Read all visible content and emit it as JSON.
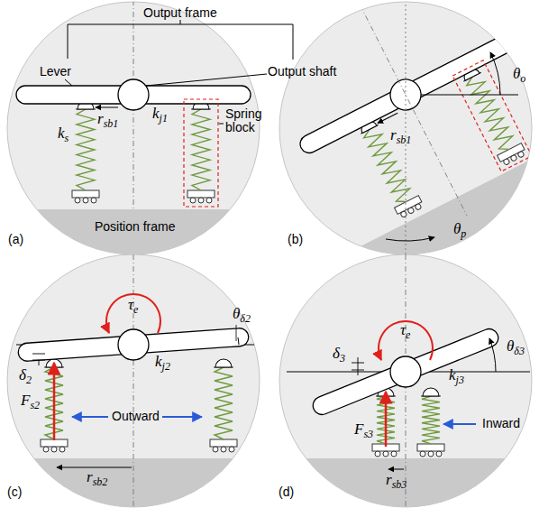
{
  "diagram": {
    "labels": [
      "Output frame",
      "Lever",
      "Output shaft",
      "ks",
      "rsb1",
      "kj1",
      "Spring block",
      "Position frame",
      "(a)",
      "rsb1",
      "θo",
      "θp",
      "(b)",
      "τe",
      "θδ2",
      "δ2",
      "Fs2",
      "kj2",
      "Outward",
      "rsb2",
      "(c)",
      "τe",
      "θδ3",
      "δ3",
      "Fs3",
      "kj3",
      "Inward",
      "rsb3",
      "(d)"
    ]
  }
}
